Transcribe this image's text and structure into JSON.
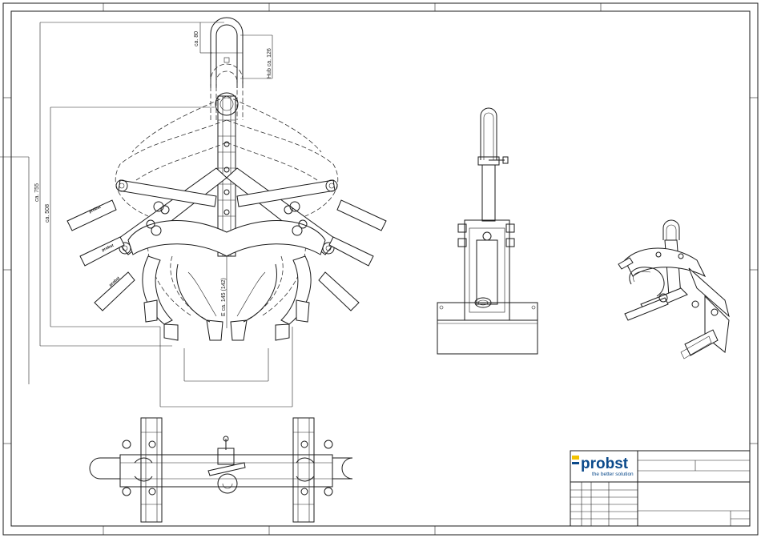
{
  "dimensions": {
    "shackle_height": "ca. 80",
    "stroke": "Hub ca. 126",
    "overall_height": "ca. 755",
    "height_inner": "ca. 508",
    "grip_range": "E ca. 145 (142)"
  },
  "arm_label": "probst",
  "title_block": {
    "brand": "probst",
    "tagline": "the better solution",
    "brand_color": "#0b4a8b",
    "accent_color": "#f2c200"
  }
}
